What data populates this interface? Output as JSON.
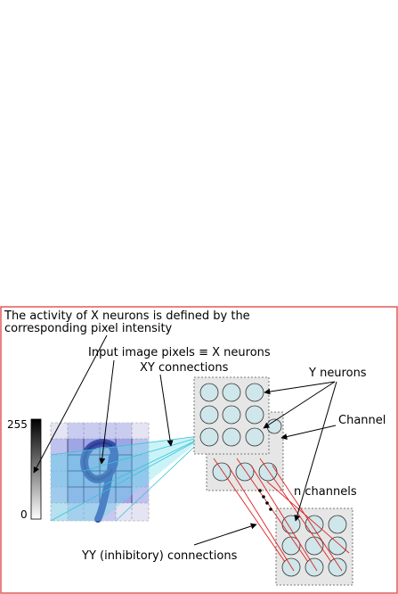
{
  "labels": {
    "activity_line1": "The activity of X neurons is defined by the",
    "activity_line2": "corresponding pixel intensity",
    "input_pixels": "Input image pixels ≡ X neurons",
    "xy_connections": "XY connections",
    "y_neurons": "Y neurons",
    "channel": "Channel",
    "n_channels": "n channels",
    "yy_connections": "YY (inhibitory) connections"
  },
  "colorbar": {
    "max_label": "255",
    "min_label": "0"
  },
  "colors": {
    "frame_border": "#e05a5a",
    "neuron_fill": "#cfe6ea",
    "panel_fill": "#e6e6e6",
    "xy_cone": "#66dcec",
    "yy_lines": "#e02020",
    "digit": "#3b4fb0"
  }
}
